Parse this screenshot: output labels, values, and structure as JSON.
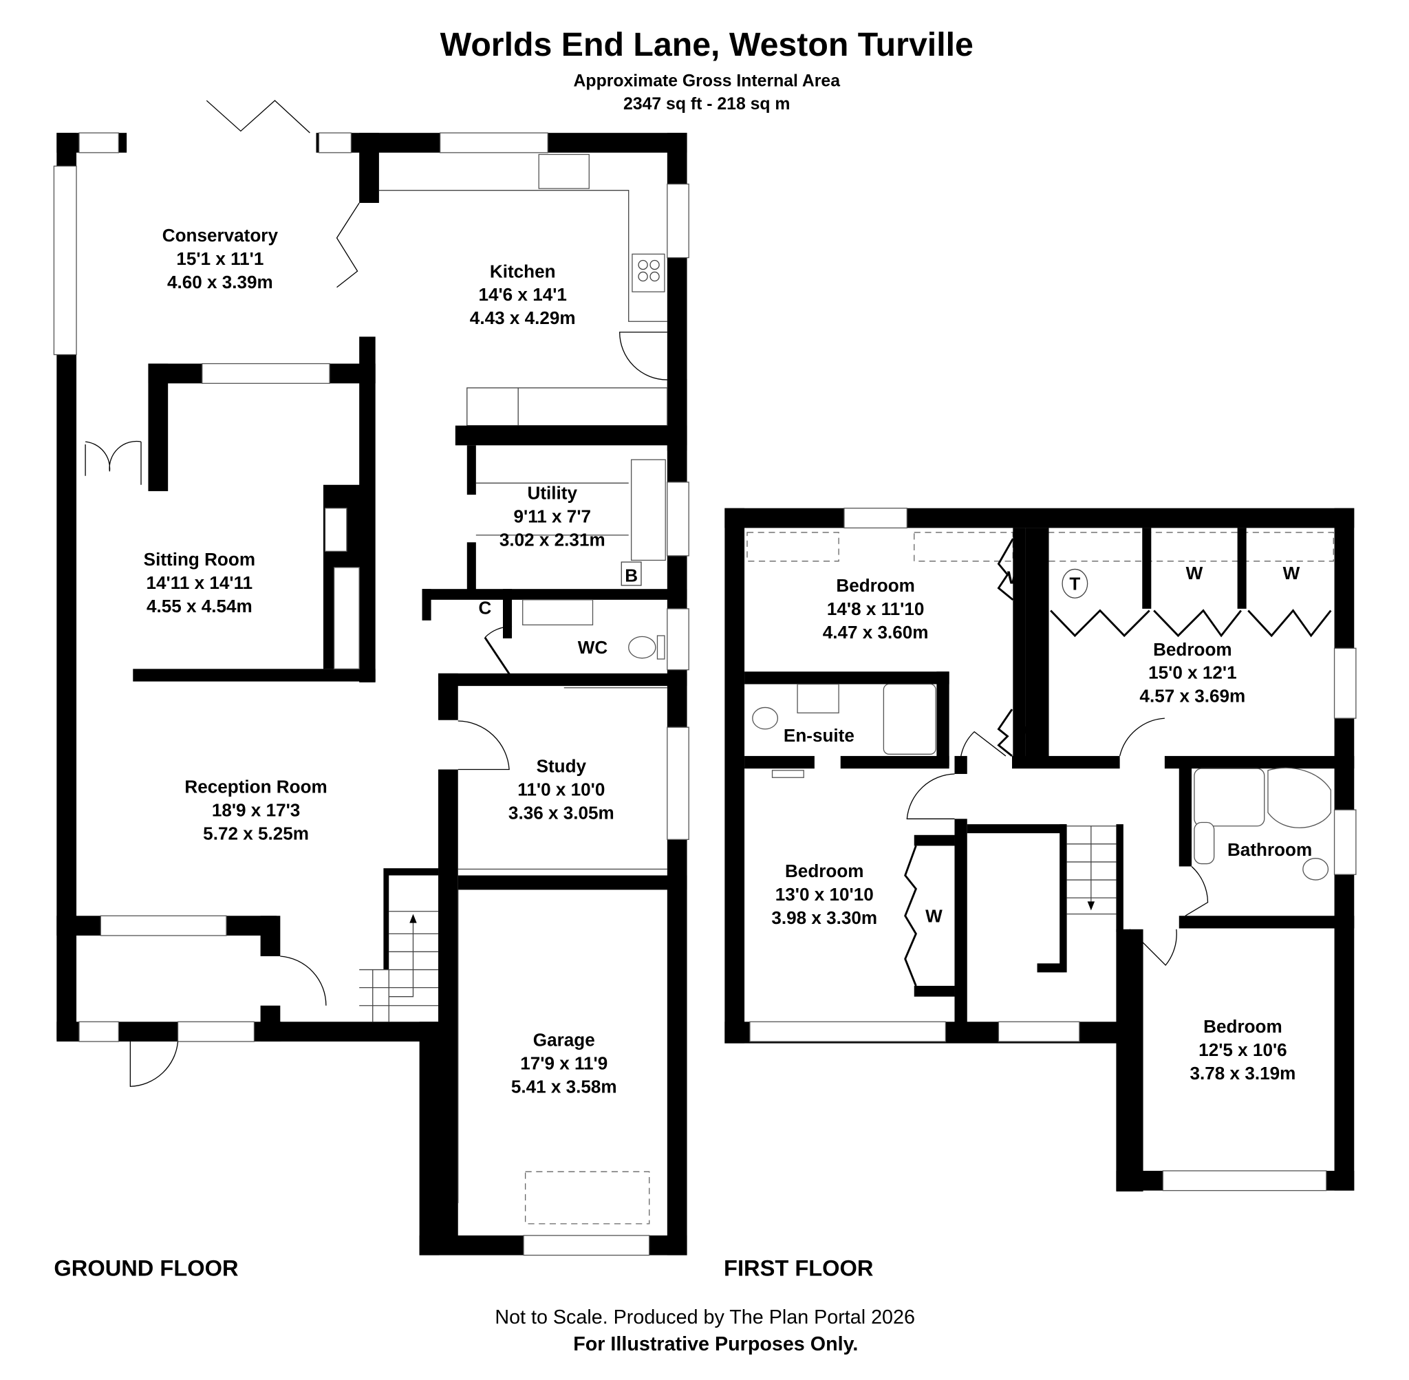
{
  "header": {
    "title": "Worlds End Lane, Weston Turville",
    "subtitle": "Approximate Gross Internal Area",
    "area": "2347 sq ft - 218 sq m"
  },
  "ground_floor": {
    "label": "GROUND FLOOR",
    "rooms": [
      {
        "name": "Conservatory",
        "imperial": "15'1 x 11'1",
        "metric": "4.60 x 3.39m"
      },
      {
        "name": "Kitchen",
        "imperial": "14'6 x 14'1",
        "metric": "4.43 x 4.29m"
      },
      {
        "name": "Utility",
        "imperial": "9'11 x 7'7",
        "metric": "3.02 x 2.31m"
      },
      {
        "name": "Sitting Room",
        "imperial": "14'11 x 14'11",
        "metric": "4.55 x 4.54m"
      },
      {
        "name": "WC"
      },
      {
        "name": "Reception Room",
        "imperial": "18'9 x 17'3",
        "metric": "5.72 x 5.25m"
      },
      {
        "name": "Study",
        "imperial": "11'0 x 10'0",
        "metric": "3.36 x 3.05m"
      },
      {
        "name": "Garage",
        "imperial": "17'9 x 11'9",
        "metric": "5.41 x 3.58m"
      }
    ],
    "markers": {
      "boiler": "B",
      "cupboard": "C"
    }
  },
  "first_floor": {
    "label": "FIRST FLOOR",
    "rooms": [
      {
        "name": "Bedroom",
        "imperial": "14'8 x 11'10",
        "metric": "4.47 x 3.60m"
      },
      {
        "name": "Bedroom",
        "imperial": "15'0 x 12'1",
        "metric": "4.57 x 3.69m"
      },
      {
        "name": "En-suite"
      },
      {
        "name": "Bedroom",
        "imperial": "13'0 x 10'10",
        "metric": "3.98 x 3.30m"
      },
      {
        "name": "Bathroom"
      },
      {
        "name": "Bedroom",
        "imperial": "12'5 x 10'6",
        "metric": "3.78 x 3.19m"
      }
    ],
    "markers": {
      "wardrobe": "W",
      "tank": "T"
    }
  },
  "footer": {
    "note": "Not to Scale. Produced by The Plan Portal 2026",
    "disclaimer": "For Illustrative Purposes Only."
  }
}
